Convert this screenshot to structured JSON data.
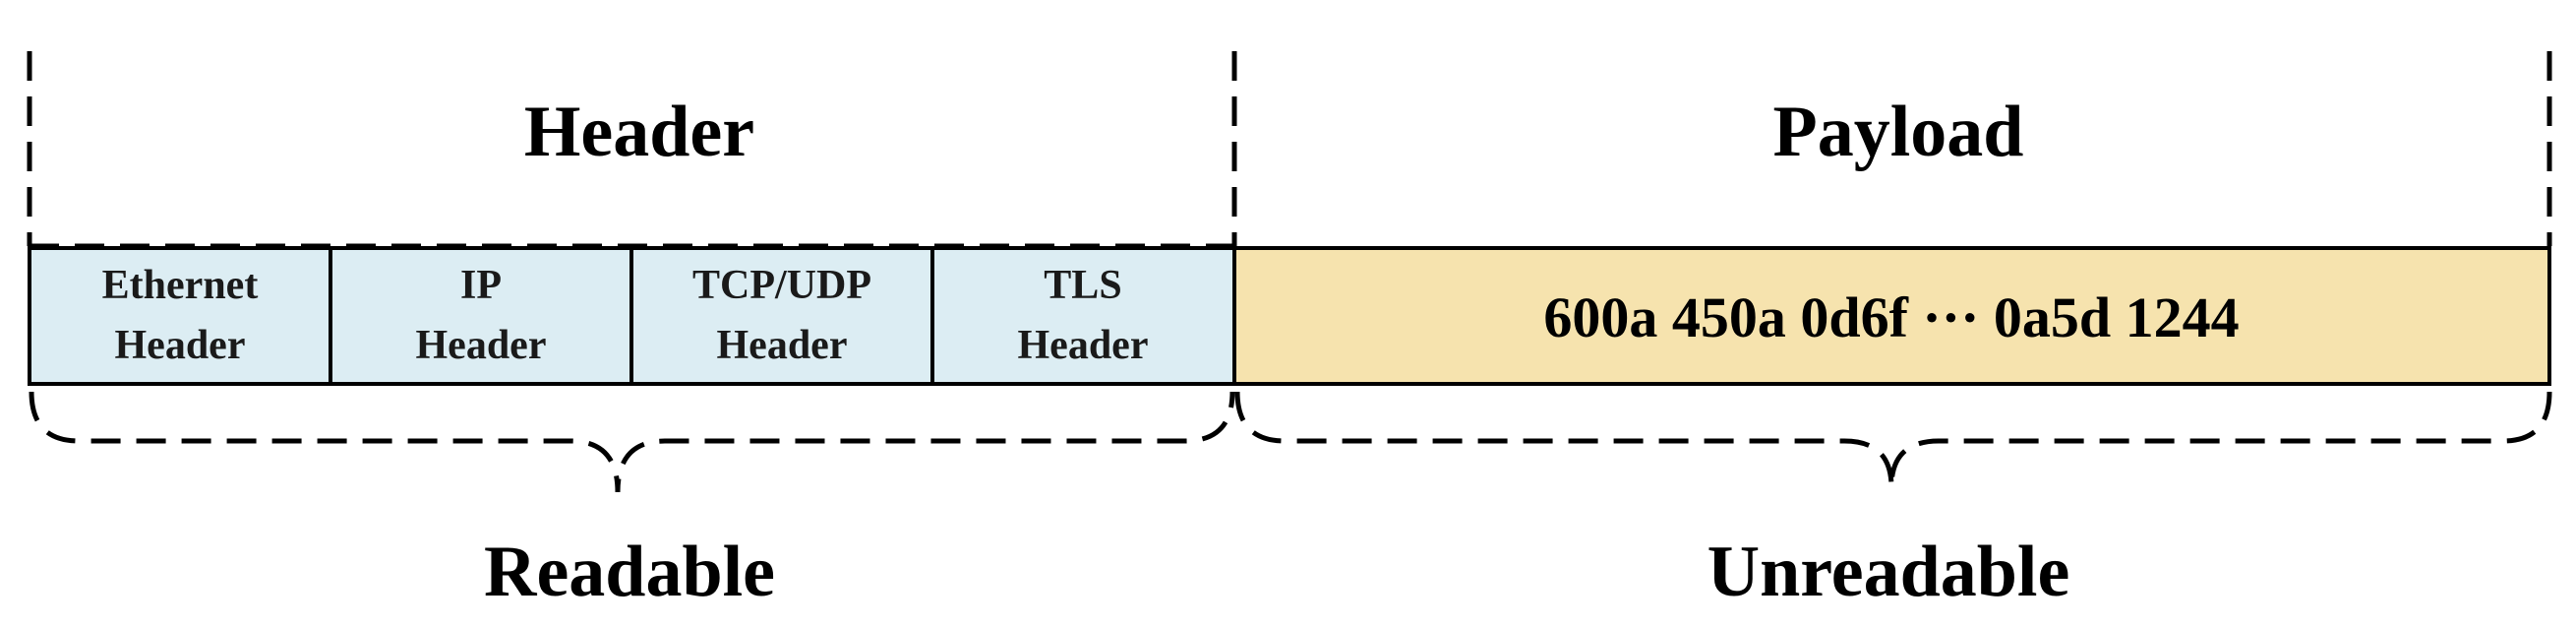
{
  "diagram": {
    "header_label": "Header",
    "payload_label": "Payload",
    "readable_label": "Readable",
    "unreadable_label": "Unreadable",
    "header_cells": [
      {
        "line1": "Ethernet",
        "line2": "Header"
      },
      {
        "line1": "IP",
        "line2": "Header"
      },
      {
        "line1": "TCP/UDP",
        "line2": "Header"
      },
      {
        "line1": "TLS",
        "line2": "Header"
      }
    ],
    "payload_text": "600a 450a 0d6f ··· 0a5d 1244",
    "colors": {
      "header_fill": "#dcedf3",
      "payload_fill": "#f6e3ae",
      "line": "#000000"
    }
  }
}
